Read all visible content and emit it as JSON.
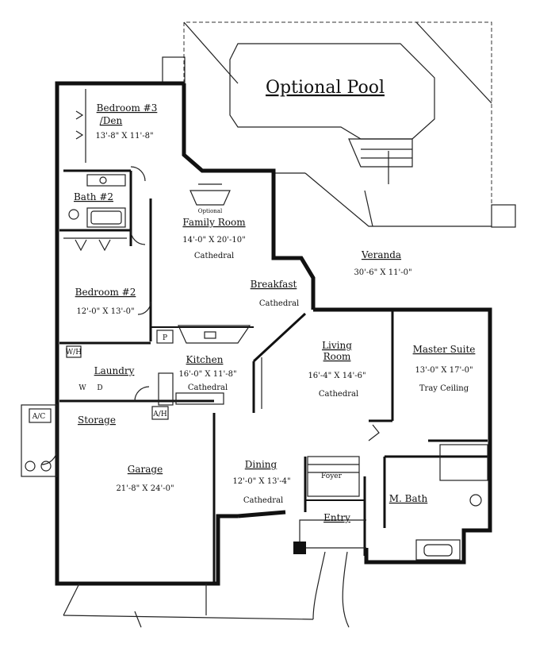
{
  "pool": {
    "title": "Optional Pool"
  },
  "rooms": {
    "bedroom3": {
      "name_line1": "Bedroom #3",
      "name_line2": "/Den",
      "dims": "13'-8\" X 11'-8\""
    },
    "bath2": {
      "name": "Bath #2"
    },
    "family": {
      "name": "Family Room",
      "dims": "14'-0\" X 20'-10\"",
      "ceiling": "Cathedral"
    },
    "veranda": {
      "name": "Veranda",
      "dims": "30'-6\" X 11'-0\""
    },
    "breakfast": {
      "name": "Breakfast",
      "ceiling": "Cathedral"
    },
    "bedroom2": {
      "name": "Bedroom #2",
      "dims": "12'-0\" X 13'-0\""
    },
    "living": {
      "name_line1": "Living",
      "name_line2": "Room",
      "dims": "16'-4\" X 14'-6\"",
      "ceiling": "Cathedral"
    },
    "master": {
      "name": "Master Suite",
      "dims": "13'-0\" X 17'-0\"",
      "ceiling": "Tray Ceiling"
    },
    "kitchen": {
      "name": "Kitchen",
      "dims": "16'-0\" X 11'-8\"",
      "ceiling": "Cathedral"
    },
    "laundry": {
      "name": "Laundry"
    },
    "storage": {
      "name": "Storage"
    },
    "garage": {
      "name": "Garage",
      "dims": "21'-8\" X 24'-0\""
    },
    "dining": {
      "name": "Dining",
      "dims": "12'-0\" X 13'-4\"",
      "ceiling": "Cathedral"
    },
    "mbath": {
      "name": "M. Bath"
    },
    "entry": {
      "name": "Entry"
    }
  },
  "fixtures": {
    "ac": "A/C",
    "pantry": "P",
    "ah": "A/H",
    "wh": "W/H",
    "dryer": "D",
    "washer": "W",
    "fireplace": "Optional",
    "foyer": "Foyer"
  }
}
